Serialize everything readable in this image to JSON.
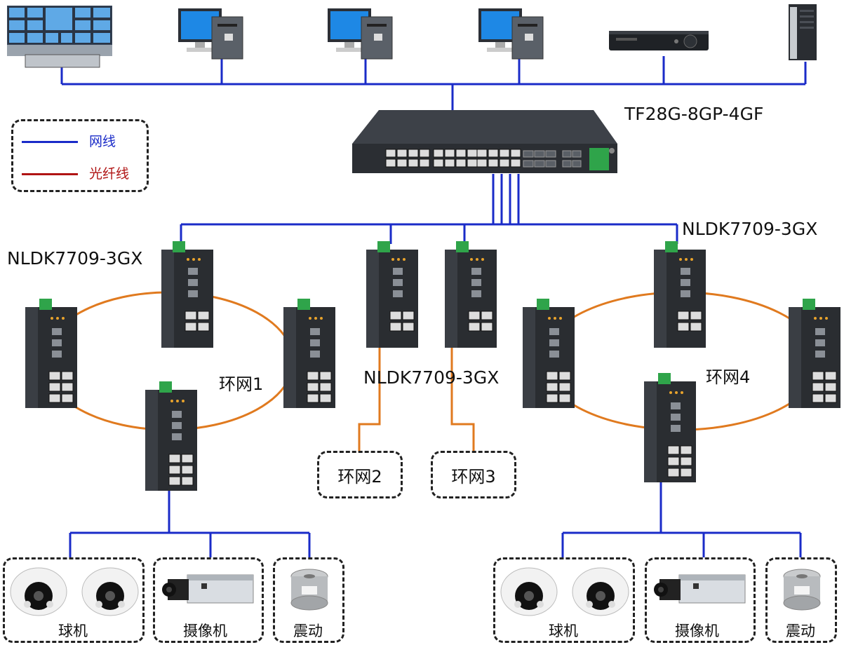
{
  "legend": {
    "network_cable": {
      "label": "网线",
      "color": "#1a2bc8"
    },
    "fiber_cable": {
      "label": "光纤线",
      "color": "#b01414"
    }
  },
  "colors": {
    "network": "#1a2bc8",
    "ring": "#e07a1f",
    "fiber_text": "#b01414"
  },
  "core_switch": {
    "model": "TF28G-8GP-4GF",
    "icon": "rack-switch-icon"
  },
  "ring_switch_model": "NLDK7709-3GX",
  "rings": {
    "ring1": "环网1",
    "ring2": "环网2",
    "ring3": "环网3",
    "ring4": "环网4"
  },
  "top_devices": [
    "video-wall-icon",
    "computer-icon",
    "computer-icon",
    "computer-icon",
    "nvr-icon",
    "server-icon"
  ],
  "endpoints": {
    "dome_camera": "球机",
    "box_camera": "摄像机",
    "vibration_sensor": "震动"
  }
}
